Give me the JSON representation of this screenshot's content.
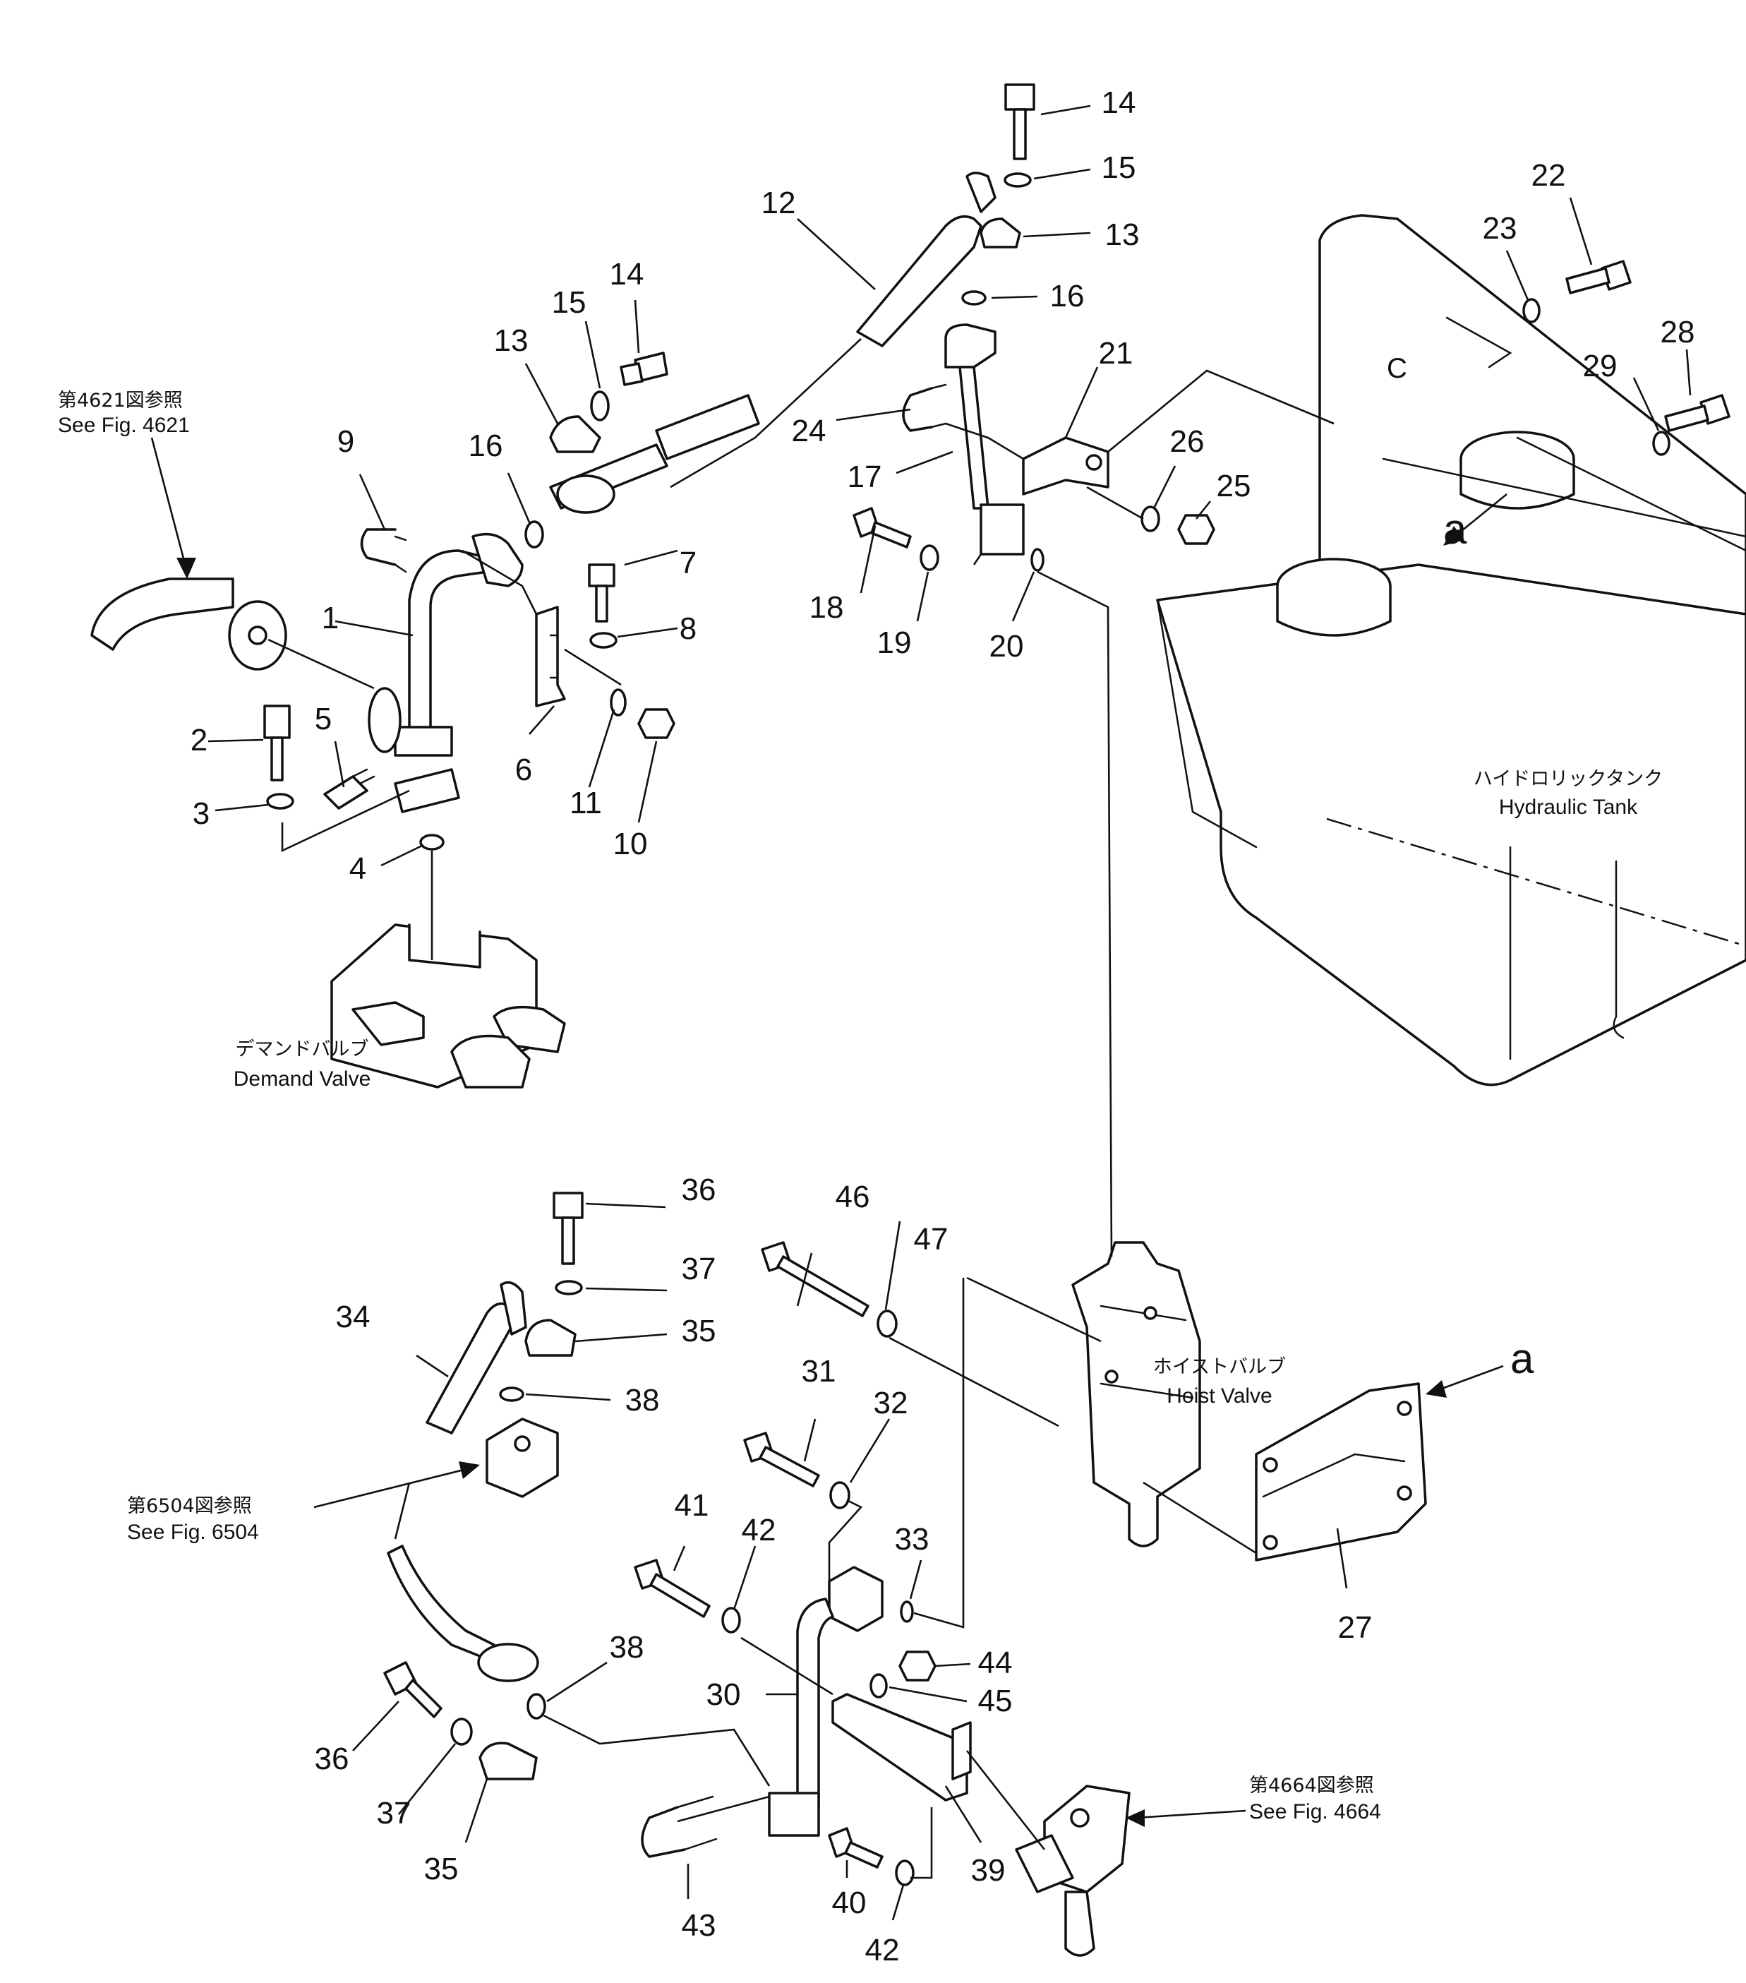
{
  "callouts": [
    "1",
    "2",
    "3",
    "4",
    "5",
    "6",
    "7",
    "8",
    "9",
    "10",
    "11",
    "12",
    "13",
    "13",
    "14",
    "14",
    "15",
    "15",
    "16",
    "16",
    "17",
    "18",
    "19",
    "20",
    "21",
    "22",
    "23",
    "24",
    "25",
    "26",
    "27",
    "28",
    "29",
    "30",
    "31",
    "32",
    "33",
    "34",
    "35",
    "35",
    "36",
    "36",
    "37",
    "37",
    "38",
    "38",
    "39",
    "40",
    "41",
    "42",
    "42",
    "43",
    "44",
    "45",
    "46",
    "47"
  ],
  "view_marks": [
    "a",
    "a"
  ],
  "refs": {
    "fig4621": {
      "jp": "第4621図参照",
      "en": "See Fig. 4621"
    },
    "fig6504": {
      "jp": "第6504図参照",
      "en": "See Fig. 6504"
    },
    "fig4664": {
      "jp": "第4664図参照",
      "en": "See Fig. 4664"
    }
  },
  "components": {
    "demand_valve": {
      "jp": "デマンドバルブ",
      "en": "Demand Valve"
    },
    "hydraulic_tank": {
      "jp": "ハイドロリックタンク",
      "en": "Hydraulic Tank"
    },
    "hoist_valve": {
      "jp": "ホイストバルブ",
      "en": "Hoist Valve"
    }
  }
}
